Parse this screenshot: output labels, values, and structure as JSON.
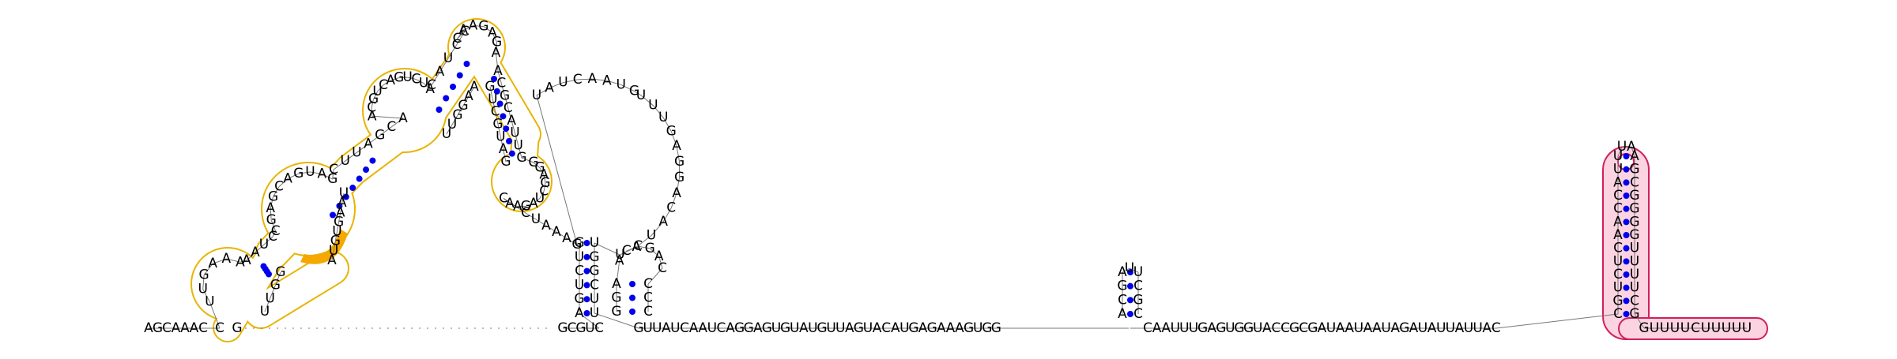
{
  "sequence": {
    "left_flank": "AGCAAAC",
    "hairpin_left_stem": "CGUCCAAUGUAGCAUGACAGGGAUGUGCA",
    "hairpin_right_stem_head": "GGAGUACCUG",
    "main_loop_top": "UAUCAAUG",
    "main_loop_right": "UUUGAGGAC",
    "main_loop_bottom": "AUAU",
    "small_hairpin_loop": "ACCGAC",
    "pre_loop": "AGAAAUCAG",
    "gap_right_segment": "GCGUC",
    "long_run": "GUUAUCAAUCAGGAGUGUAUGUUAGUACAUGAGAAAGUGG",
    "after_small_stem": "CAAUUUGAGUGGUACCGCGAUAAUAAUAGAUAUUAUUAC",
    "tail_stem_left": "CGUCUCAACCAUU",
    "tail_stem_right": "AGCGGGGUUUUCG",
    "tail_3prime": "GUUUUCUUUUU",
    "small_stem_left": "ACGA",
    "small_stem_loop": "U",
    "small_stem_right": "UCGC"
  },
  "colors": {
    "pair_dot": "#0000ee",
    "domain_a_outline": "#e8b400",
    "domain_a_fill": "#ffffff",
    "domain_a_highlight": "#f4a800",
    "domain_b_outline": "#d21f5e",
    "domain_b_fill": "#fbd3e1"
  }
}
